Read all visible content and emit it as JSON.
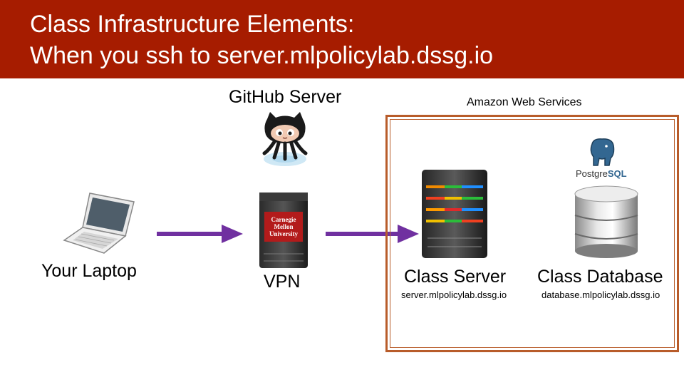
{
  "header": {
    "title_line1": "Class Infrastructure Elements:",
    "title_line2": "When you ssh to server.mlpolicylab.dssg.io",
    "background_color": "#a61c00"
  },
  "nodes": {
    "github": {
      "label": "GitHub Server",
      "icon": "octocat-icon"
    },
    "laptop": {
      "label": "Your Laptop",
      "icon": "laptop-icon"
    },
    "vpn": {
      "label": "VPN",
      "icon": "server-tower-icon",
      "badge_line1": "Carnegie",
      "badge_line2": "Mellon",
      "badge_line3": "University"
    },
    "class_server": {
      "label": "Class Server",
      "host": "server.mlpolicylab.dssg.io",
      "icon": "server-tower-icon"
    },
    "class_database": {
      "label": "Class Database",
      "host": "database.mlpolicylab.dssg.io",
      "icon": "database-cylinder-icon",
      "logo_text_a": "Postgre",
      "logo_text_b": "SQL"
    }
  },
  "aws": {
    "label": "Amazon Web Services",
    "border_color": "#b85c2a"
  },
  "arrows": {
    "color": "#7030a0"
  }
}
